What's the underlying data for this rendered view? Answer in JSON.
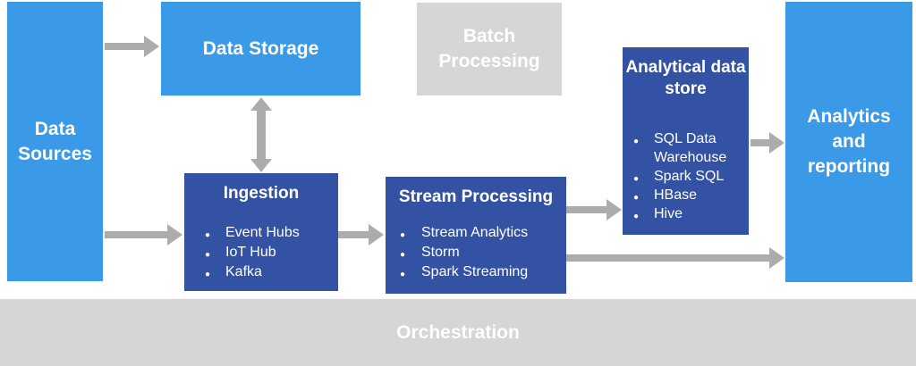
{
  "diagram": {
    "type": "architecture-flow",
    "boxes": {
      "data_sources": {
        "label": "Data Sources",
        "color": "#3b9ae8"
      },
      "data_storage": {
        "label": "Data Storage",
        "color": "#3b9ae8"
      },
      "batch_processing": {
        "label": "Batch Processing",
        "color": "#d6d6d6",
        "state": "inactive"
      },
      "ingestion": {
        "title": "Ingestion",
        "items": [
          "Event Hubs",
          "IoT Hub",
          "Kafka"
        ],
        "color": "#3452a4"
      },
      "stream_processing": {
        "title": "Stream Processing",
        "items": [
          "Stream Analytics",
          "Storm",
          "Spark Streaming"
        ],
        "color": "#3452a4"
      },
      "analytical_data_store": {
        "title": "Analytical data store",
        "items": [
          "SQL Data Warehouse",
          "Spark SQL",
          "HBase",
          "Hive"
        ],
        "color": "#3452a4"
      },
      "analytics_reporting": {
        "label": "Analytics and reporting",
        "color": "#3b9ae8"
      },
      "orchestration": {
        "label": "Orchestration",
        "color": "#d6d6d6"
      }
    },
    "arrows": [
      {
        "from": "data_sources",
        "to": "data_storage",
        "direction": "right"
      },
      {
        "from": "data_storage",
        "to": "ingestion",
        "direction": "both-vertical"
      },
      {
        "from": "data_sources",
        "to": "ingestion",
        "direction": "right"
      },
      {
        "from": "ingestion",
        "to": "stream_processing",
        "direction": "right"
      },
      {
        "from": "stream_processing",
        "to": "analytical_data_store",
        "direction": "right"
      },
      {
        "from": "stream_processing",
        "to": "analytics_reporting",
        "direction": "right"
      },
      {
        "from": "analytical_data_store",
        "to": "analytics_reporting",
        "direction": "right"
      }
    ],
    "colors": {
      "light_blue": "#3b9ae8",
      "dark_blue": "#3452a4",
      "gray_box": "#d6d6d6",
      "arrow_gray": "#acacac",
      "text": "#ffffff",
      "background": "#ffffff"
    }
  }
}
